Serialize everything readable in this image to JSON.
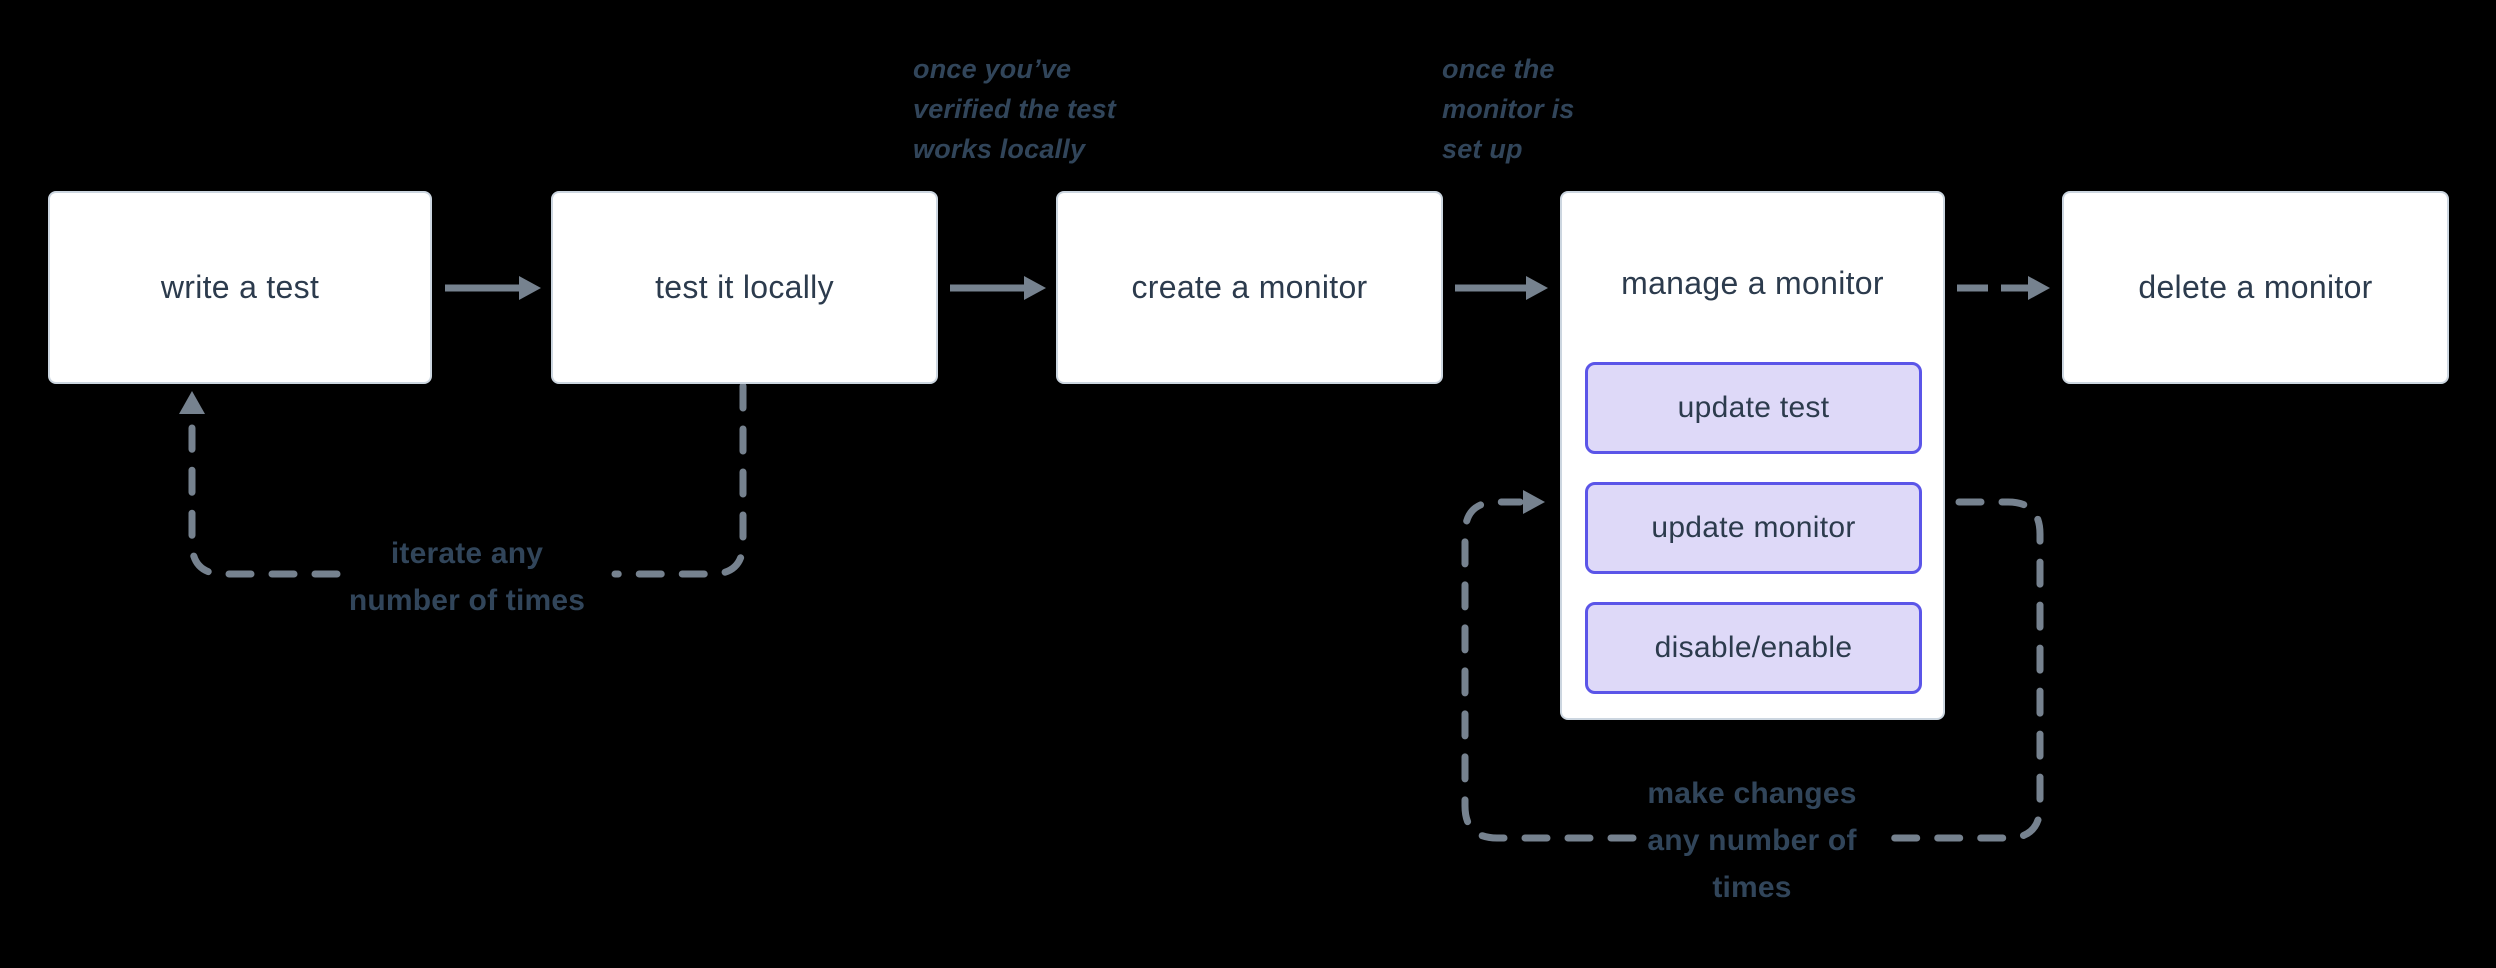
{
  "diagram": {
    "title_hint": "monitoring workflow flowchart",
    "colors": {
      "background": "#000000",
      "node_fill": "#ffffff",
      "node_border": "#ccd6e0",
      "node_text": "#2c3b4d",
      "connector": "#76828f",
      "label_text": "#31455a",
      "subaction_fill": "#ded9f8",
      "subaction_border": "#5b55e8"
    },
    "nodes": [
      {
        "label": "write a test"
      },
      {
        "label": "test it locally"
      },
      {
        "label": "create a monitor"
      },
      {
        "label": "manage a monitor",
        "children": [
          "update test",
          "update monitor",
          "disable/enable"
        ]
      },
      {
        "label": "delete a monitor"
      }
    ],
    "annotations": [
      {
        "lines": [
          "once you’ve",
          "verified the test",
          "works locally"
        ]
      },
      {
        "lines": [
          "once the",
          "monitor is",
          "set up"
        ]
      }
    ],
    "loop_labels": [
      {
        "lines": [
          "iterate any",
          "number of times"
        ]
      },
      {
        "lines": [
          "make changes",
          "any number of",
          "times"
        ]
      }
    ]
  }
}
